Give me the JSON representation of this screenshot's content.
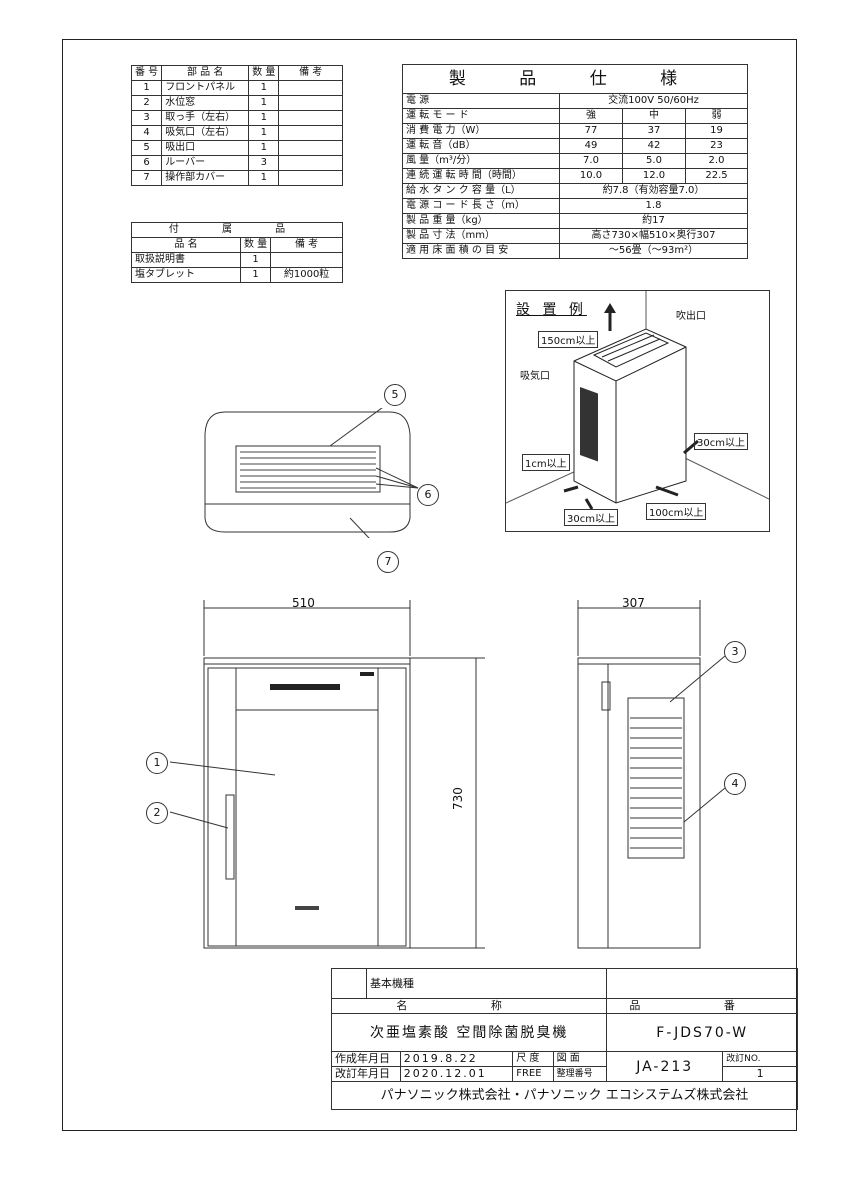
{
  "parts_table": {
    "headers": [
      "番 号",
      "部 品 名",
      "数 量",
      "備 考"
    ],
    "rows": [
      [
        "1",
        "フロントパネル",
        "1",
        ""
      ],
      [
        "2",
        "水位窓",
        "1",
        ""
      ],
      [
        "3",
        "取っ手（左右）",
        "1",
        ""
      ],
      [
        "4",
        "吸気口（左右）",
        "1",
        ""
      ],
      [
        "5",
        "吸出口",
        "1",
        ""
      ],
      [
        "6",
        "ルーバー",
        "3",
        ""
      ],
      [
        "7",
        "操作部カバー",
        "1",
        ""
      ]
    ]
  },
  "accessories_table": {
    "title": "付 属 品",
    "headers": [
      "品 名",
      "数 量",
      "備 考"
    ],
    "rows": [
      [
        "取扱説明書",
        "1",
        ""
      ],
      [
        "塩タブレット",
        "1",
        "約1000粒"
      ]
    ]
  },
  "spec_table": {
    "title": "製 品 仕 様",
    "rows": [
      {
        "label": "電 源",
        "values": [
          "交流100V 50/60Hz"
        ]
      },
      {
        "label": "運 転 モ ー ド",
        "values": [
          "強",
          "中",
          "弱"
        ]
      },
      {
        "label": "消 費 電 力（W）",
        "values": [
          "77",
          "37",
          "19"
        ]
      },
      {
        "label": "運 転 音（dB）",
        "values": [
          "49",
          "42",
          "23"
        ]
      },
      {
        "label": "風 量（m³/分）",
        "values": [
          "7.0",
          "5.0",
          "2.0"
        ]
      },
      {
        "label": "連 続 運 転 時 間（時間）",
        "values": [
          "10.0",
          "12.0",
          "22.5"
        ]
      },
      {
        "label": "給 水 タ ン ク 容 量（L）",
        "values": [
          "約7.8（有効容量7.0）"
        ]
      },
      {
        "label": "電 源 コ ー ド 長 さ（m）",
        "values": [
          "1.8"
        ]
      },
      {
        "label": "製 品 重 量（kg）",
        "values": [
          "約17"
        ]
      },
      {
        "label": "製 品 寸 法（mm）",
        "values": [
          "高さ730×幅510×奥行307"
        ]
      },
      {
        "label": "適 用 床 面 積 の 目 安",
        "values": [
          "～56畳（～93m²）"
        ]
      }
    ]
  },
  "install_example": {
    "title": "設 置 例",
    "outlet": "吹出口",
    "inlet": "吸気口",
    "top_clear": "150cm以上",
    "side_clear": "1cm以上",
    "right_clear": "30cm以上",
    "front_clear": "100cm以上",
    "bottom_clear": "30cm以上"
  },
  "callouts": [
    "1",
    "2",
    "3",
    "4",
    "5",
    "6",
    "7"
  ],
  "dimensions": {
    "width": "510",
    "depth": "307",
    "height": "730"
  },
  "title_block": {
    "basic_model": "基本機種",
    "name_header": "名 称",
    "number_header": "品 番",
    "product_name": "次亜塩素酸 空間除菌脱臭機",
    "product_number": "F-JDS70-W",
    "created_label": "作成年月日",
    "created_date": "2019.8.22",
    "revised_label": "改訂年月日",
    "revised_date": "2020.12.01",
    "scale_label": "尺 度",
    "scale_value": "FREE",
    "drawing_label": "図 面",
    "drawing_no_label": "整理番号",
    "drawing_no": "JA-213",
    "revision_label": "改訂NO.",
    "revision_no": "1",
    "company": "パナソニック株式会社・パナソニック エコシステムズ株式会社"
  }
}
